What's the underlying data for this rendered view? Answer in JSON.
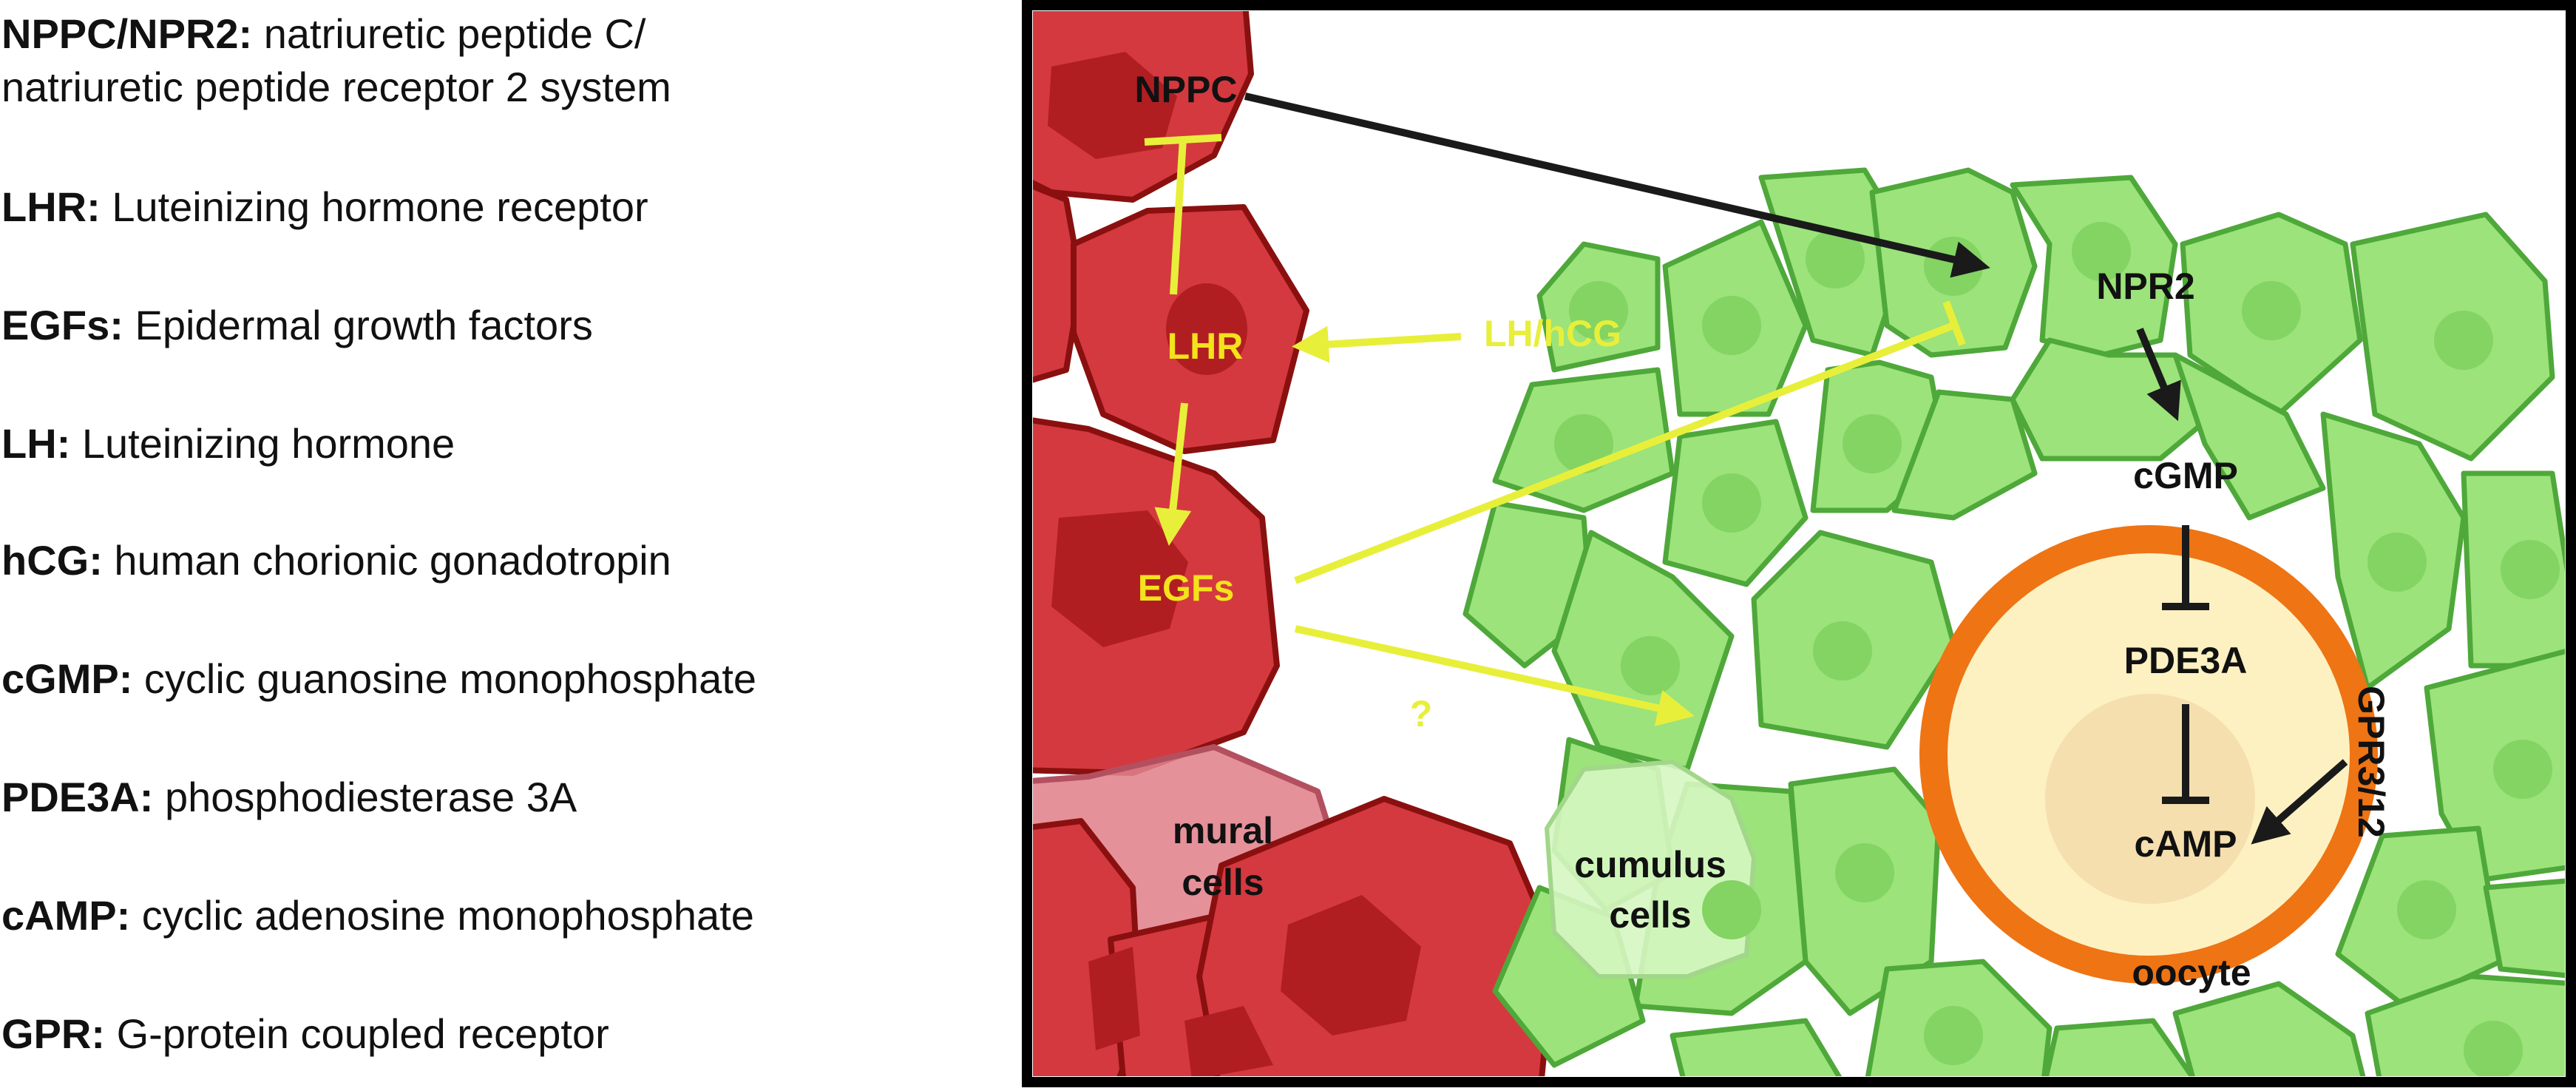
{
  "legend": [
    {
      "term": "NPPC/NPR2:",
      "desc": "natriuretic peptide C/",
      "desc2": "natriuretic peptide receptor 2 system"
    },
    {
      "term": "LHR:",
      "desc": "Luteinizing hormone receptor"
    },
    {
      "term": "EGFs:",
      "desc": "Epidermal growth factors"
    },
    {
      "term": "LH:",
      "desc": "Luteinizing hormone"
    },
    {
      "term": "hCG:",
      "desc": "human chorionic gonadotropin"
    },
    {
      "term": "cGMP:",
      "desc": "cyclic guanosine monophosphate"
    },
    {
      "term": "PDE3A:",
      "desc": "phosphodiesterase 3A"
    },
    {
      "term": "cAMP:",
      "desc": "cyclic adenosine monophosphate"
    },
    {
      "term": "GPR:",
      "desc": "G-protein coupled receptor"
    }
  ],
  "diagram": {
    "nppc": "NPPC",
    "lhr": "LHR",
    "lh_hcg": "LH/hCG",
    "egfs": "EGFs",
    "question": "?",
    "mural_line1": "mural",
    "mural_line2": "cells",
    "cumulus_line1": "cumulus",
    "cumulus_line2": "cells",
    "npr2": "NPR2",
    "cgmp": "cGMP",
    "pde3a": "PDE3A",
    "camp": "cAMP",
    "gpr": "GPR3/12",
    "oocyte": "oocyte"
  },
  "colors": {
    "granulosa_red": "#d4393f",
    "granulosa_outline": "#8a1010",
    "nucleus_red": "#b01e22",
    "mural_pink": "#e1828c",
    "cumulus_green": "#9be37a",
    "cumulus_outline": "#4fa83a",
    "oocyte_ring": "#ee7414",
    "oocyte_fill": "#fdf1c2",
    "yellow_arrow": "#e8ef3a",
    "label_yellow": "#f3e21c"
  }
}
